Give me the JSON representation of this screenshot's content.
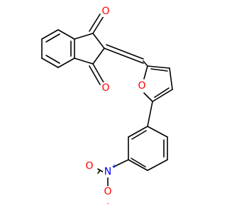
{
  "structure": {
    "atoms": {
      "o_top": {
        "symbol": "O",
        "color": "#ff0000"
      },
      "o_mid": {
        "symbol": "O",
        "color": "#ff0000"
      },
      "o_furan": {
        "symbol": "O",
        "color": "#ff0000"
      },
      "n_nitro": {
        "symbol": "N",
        "charge": "+",
        "color": "#0000ff"
      },
      "o_nitro_a": {
        "symbol": "O",
        "color": "#ff0000"
      },
      "o_nitro_b": {
        "symbol": "O",
        "charge": "-",
        "color": "#ff0000"
      }
    },
    "bond_color": "#000000"
  }
}
